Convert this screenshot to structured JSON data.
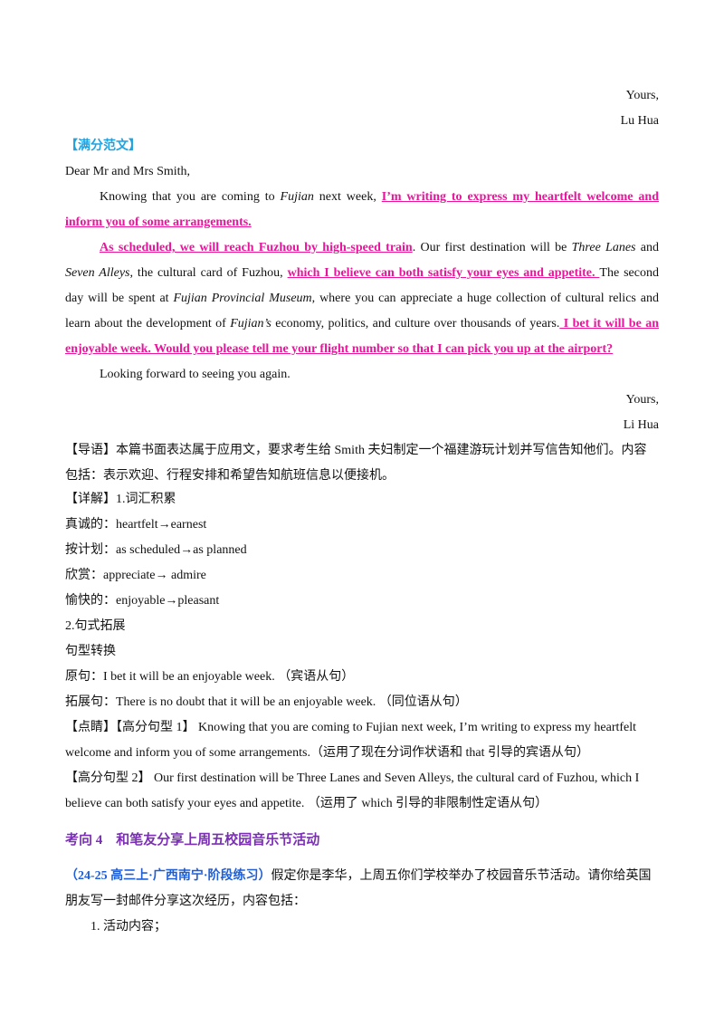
{
  "closing1": {
    "yours": "Yours,",
    "name": "Lu Hua"
  },
  "model": {
    "label": "【满分范文】",
    "greeting": "Dear Mr and Mrs Smith,",
    "p1a": "Knowing that you are coming to ",
    "p1_place": "Fujian",
    "p1b": " next week, ",
    "p1_hl_a": "I’m writing to express my heartfelt welcome and ",
    "p1_hl_b": "inform you of some arrangements.",
    "p2_hl": "As scheduled, we will reach Fuzhou by high-speed train",
    "p2a": ". Our first destination will be ",
    "p2_place1": "Three Lanes",
    "p2b": " and",
    "p2_place2": "Seven Alleys",
    "p2c": ", the cultural card of Fuzhou, ",
    "p2_hl2": "which I believe can both satisfy your eyes and appetite. ",
    "p2d": " The second",
    "p2e": "day will be spent at ",
    "p2_place3": "Fujian Provincial Museum",
    "p2f": ", where you can appreciate a huge collection of cultural relics and",
    "p2g": "learn about the development of ",
    "p2_place4": "Fujian’s",
    "p2h": " economy, politics, and culture over thousands of years.",
    "p2_hl3a": " I bet it will be an",
    "p2_hl3b": "enjoyable week. Would you please tell me your flight number so that I can pick you up at the airport?",
    "p3": "Looking forward to seeing you again.",
    "yours": "Yours,",
    "name": "Li Hua"
  },
  "guide": {
    "l1": "【导语】本篇书面表达属于应用文，要求考生给 Smith 夫妇制定一个福建游玩计划并写信告知他们。内容",
    "l2": "包括：表示欢迎、行程安排和希望告知航班信息以便接机。"
  },
  "detail": {
    "title": "【详解】1.词汇积累",
    "vocab": [
      "真诚的：heartfelt→earnest",
      "按计划：as scheduled→as planned",
      "欣赏：appreciate→ admire",
      "愉快的：enjoyable→pleasant"
    ],
    "sub2": " 2.句式拓展",
    "transform": "句型转换",
    "orig": "原句：I bet it will be an enjoyable week. （宾语从句）",
    "ext": "拓展句：There is no doubt that it will be an enjoyable week. （同位语从句）"
  },
  "points": {
    "p1a": "【点睛】【高分句型 1】 Knowing that you are coming to Fujian next week, I’m writing to express my heartfelt",
    "p1b": "welcome and inform you of some arrangements.（运用了现在分词作状语和 that 引导的宾语从句）",
    "p2a": "【高分句型 2】 Our first destination will be Three Lanes and Seven Alleys, the cultural card of Fuzhou, which I",
    "p2b": "believe can both satisfy your eyes and appetite. （运用了 which 引导的非限制性定语从句）"
  },
  "section4": {
    "heading": "考向 4　和笔友分享上周五校园音乐节活动",
    "source": "（24-25 高三上·广西南宁·阶段练习）",
    "task1": "假定你是李华，上周五你们学校举办了校园音乐节活动。请你给英国",
    "task2": "朋友写一封邮件分享这次经历，内容包括：",
    "item1": "1. 活动内容；"
  }
}
